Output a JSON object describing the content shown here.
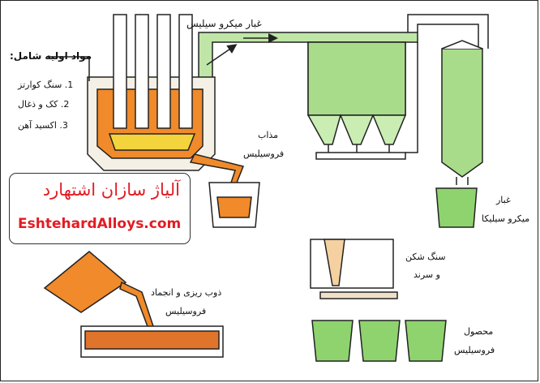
{
  "colors": {
    "green": "#8fd36e",
    "green_dark": "#3e9a3a",
    "orange": "#f08a2a",
    "yellow": "#f3d43c",
    "brand_red": "#e31b23"
  },
  "labels": {
    "microsilica_dust_top": "غبار میکرو سیلیس",
    "raw_materials_title": "مواد اولیه شامل:",
    "raw_item_1": "1. سنگ کوارتز",
    "raw_item_2": "2. کک و ذغال",
    "raw_item_3": "3. اکسید آهن",
    "molten_fesi_1": "مذاب",
    "molten_fesi_2": "فروسیلیس",
    "microsilica_dust_1": "غبار",
    "microsilica_dust_2": "میکرو سیلیکا",
    "crusher_1": "سنگ شکن",
    "crusher_2": "و سرند",
    "casting_1": "ذوب ریزی و انجماد",
    "casting_2": "فروسیلیس",
    "product_1": "محصول",
    "product_2": "فروسیلیس"
  },
  "brand": {
    "name": "آلیاژ سازان اشتهارد",
    "url": "EshtehardAlloys.com"
  }
}
